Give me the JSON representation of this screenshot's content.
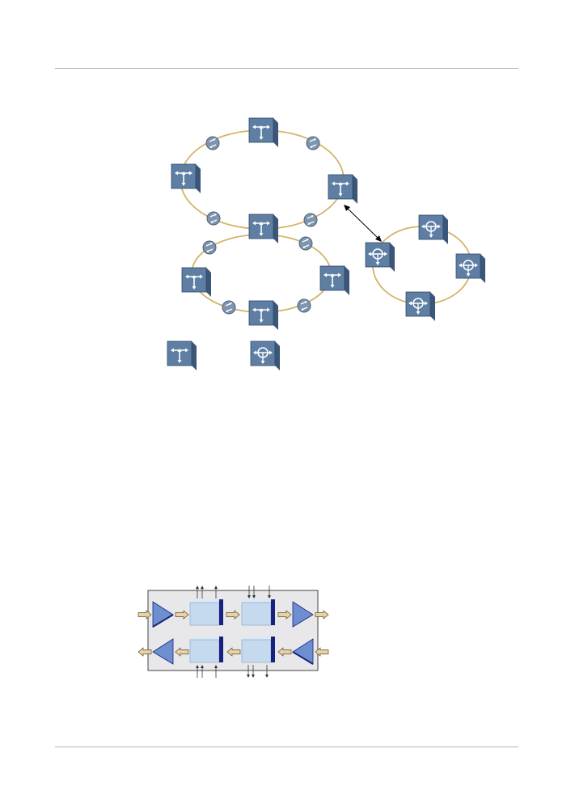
{
  "diagrams": {
    "network_rings": {
      "devices": [
        {
          "id": "r1-top",
          "kind": "rings-node",
          "icon": "add-drop-node-icon"
        },
        {
          "id": "r1-left",
          "kind": "rings-node",
          "icon": "add-drop-node-icon"
        },
        {
          "id": "r1-right",
          "kind": "rings-node",
          "icon": "add-drop-node-icon"
        },
        {
          "id": "shared",
          "kind": "rings-node",
          "icon": "add-drop-node-icon"
        },
        {
          "id": "r2-left",
          "kind": "rings-node",
          "icon": "add-drop-node-icon"
        },
        {
          "id": "r2-right",
          "kind": "rings-node",
          "icon": "add-drop-node-icon"
        },
        {
          "id": "r2-bottom",
          "kind": "rings-node",
          "icon": "add-drop-node-icon"
        },
        {
          "id": "r3-left",
          "kind": "oadm-node",
          "icon": "reconfigurable-node-icon"
        },
        {
          "id": "r3-top",
          "kind": "oadm-node",
          "icon": "reconfigurable-node-icon"
        },
        {
          "id": "r3-right",
          "kind": "oadm-node",
          "icon": "reconfigurable-node-icon"
        },
        {
          "id": "r3-bottom",
          "kind": "oadm-node",
          "icon": "reconfigurable-node-icon"
        },
        {
          "id": "legend-a",
          "kind": "rings-node",
          "icon": "add-drop-node-icon"
        },
        {
          "id": "legend-b",
          "kind": "oadm-node",
          "icon": "reconfigurable-node-icon"
        }
      ],
      "amplifier_count": 8,
      "link": {
        "from": "r1-right",
        "to": "r3-left",
        "style": "double-arrow"
      }
    },
    "amplifier_block": {
      "rows": 2,
      "directions": [
        "east",
        "west"
      ]
    }
  },
  "colors": {
    "ring": "#d4b46a",
    "device_face": "#5e7fa3",
    "device_side": "#3b5679",
    "amplifier": "#7f95ad",
    "block_bg": "#e8e8ea",
    "module": "#c5d9ef",
    "module_bar": "#18227e",
    "triangle": "#6d8fcf",
    "arrow_fill": "#e9d3a3"
  }
}
